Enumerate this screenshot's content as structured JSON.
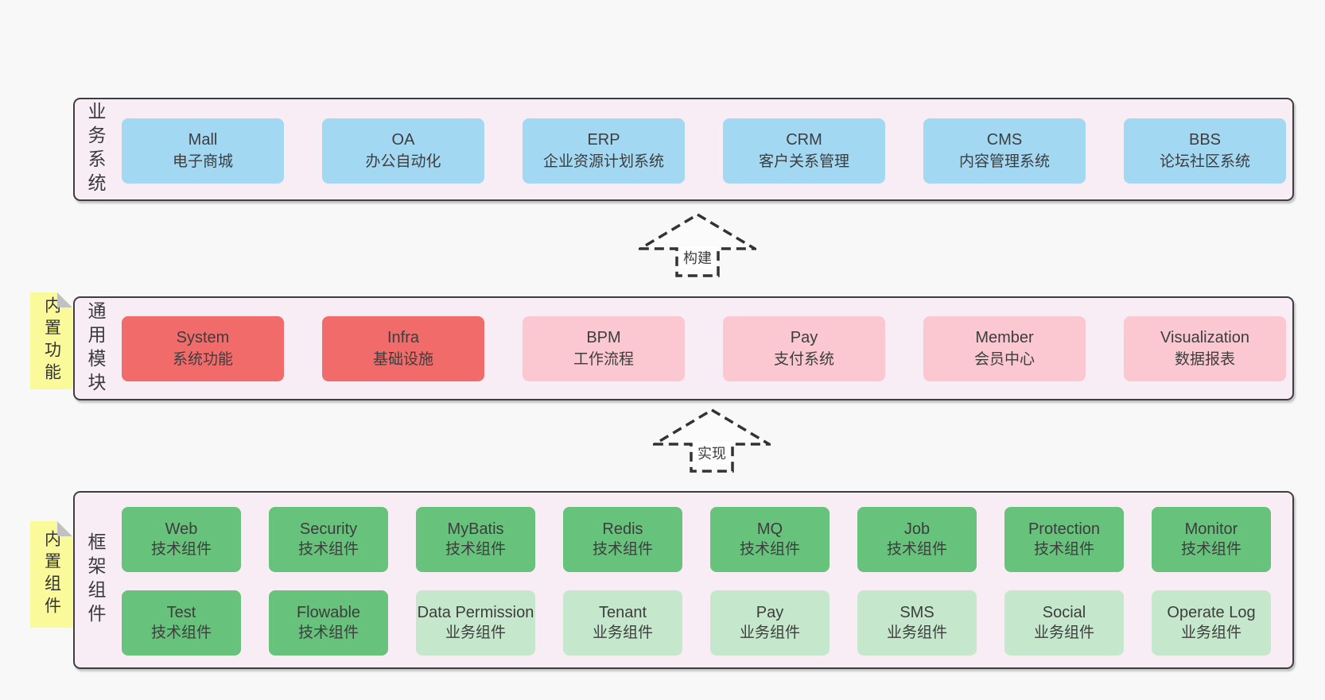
{
  "colors": {
    "background": "#f8f8f8",
    "band_background": "#f8edf5",
    "band_border": "#3e3e3e",
    "blue_box": "#a3d8f3",
    "red_box": "#f16b6b",
    "pink_box": "#fbc8d2",
    "green_dark_box": "#67c27c",
    "green_light_box": "#c5e8cd",
    "sticky_yellow": "#fafa9b",
    "text": "#3d3d3d"
  },
  "bands": [
    {
      "label": "业务系统",
      "boxes": [
        {
          "en": "Mall",
          "zh": "电子商城",
          "type": "blue"
        },
        {
          "en": "OA",
          "zh": "办公自动化",
          "type": "blue"
        },
        {
          "en": "ERP",
          "zh": "企业资源计划系统",
          "type": "blue"
        },
        {
          "en": "CRM",
          "zh": "客户关系管理",
          "type": "blue"
        },
        {
          "en": "CMS",
          "zh": "内容管理系统",
          "type": "blue"
        },
        {
          "en": "BBS",
          "zh": "论坛社区系统",
          "type": "blue"
        }
      ]
    },
    {
      "label": "通用模块",
      "sticky": "内置功能",
      "boxes": [
        {
          "en": "System",
          "zh": "系统功能",
          "type": "red"
        },
        {
          "en": "Infra",
          "zh": "基础设施",
          "type": "red"
        },
        {
          "en": "BPM",
          "zh": "工作流程",
          "type": "pink"
        },
        {
          "en": "Pay",
          "zh": "支付系统",
          "type": "pink"
        },
        {
          "en": "Member",
          "zh": "会员中心",
          "type": "pink"
        },
        {
          "en": "Visualization",
          "zh": "数据报表",
          "type": "pink"
        }
      ]
    },
    {
      "label": "框架组件",
      "sticky": "内置组件",
      "rows": [
        [
          {
            "en": "Web",
            "zh": "技术组件",
            "type": "green"
          },
          {
            "en": "Security",
            "zh": "技术组件",
            "type": "green"
          },
          {
            "en": "MyBatis",
            "zh": "技术组件",
            "type": "green"
          },
          {
            "en": "Redis",
            "zh": "技术组件",
            "type": "green"
          },
          {
            "en": "MQ",
            "zh": "技术组件",
            "type": "green"
          },
          {
            "en": "Job",
            "zh": "技术组件",
            "type": "green"
          },
          {
            "en": "Protection",
            "zh": "技术组件",
            "type": "green"
          },
          {
            "en": "Monitor",
            "zh": "技术组件",
            "type": "green"
          }
        ],
        [
          {
            "en": "Test",
            "zh": "技术组件",
            "type": "green"
          },
          {
            "en": "Flowable",
            "zh": "技术组件",
            "type": "green"
          },
          {
            "en": "Data Permission",
            "zh": "业务组件",
            "type": "green-light"
          },
          {
            "en": "Tenant",
            "zh": "业务组件",
            "type": "green-light"
          },
          {
            "en": "Pay",
            "zh": "业务组件",
            "type": "green-light"
          },
          {
            "en": "SMS",
            "zh": "业务组件",
            "type": "green-light"
          },
          {
            "en": "Social",
            "zh": "业务组件",
            "type": "green-light"
          },
          {
            "en": "Operate Log",
            "zh": "业务组件",
            "type": "green-light"
          }
        ]
      ]
    }
  ],
  "arrows": [
    {
      "label": "构建"
    },
    {
      "label": "实现"
    }
  ]
}
